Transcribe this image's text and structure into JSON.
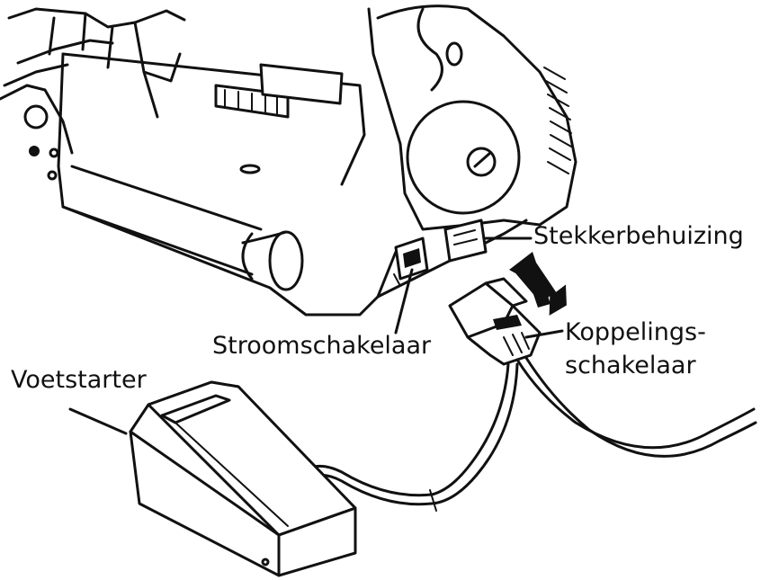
{
  "labels": {
    "plug_housing": "Stekkerbehuizing",
    "coupling_switch_line1": "Koppelings-",
    "coupling_switch_line2": "schakelaar",
    "power_switch": "Stroomschakelaar",
    "foot_pedal": "Voetstarter"
  },
  "icons": [
    "arrow-up-icon"
  ],
  "colors": {
    "ink": "#111111",
    "paper": "#ffffff"
  }
}
